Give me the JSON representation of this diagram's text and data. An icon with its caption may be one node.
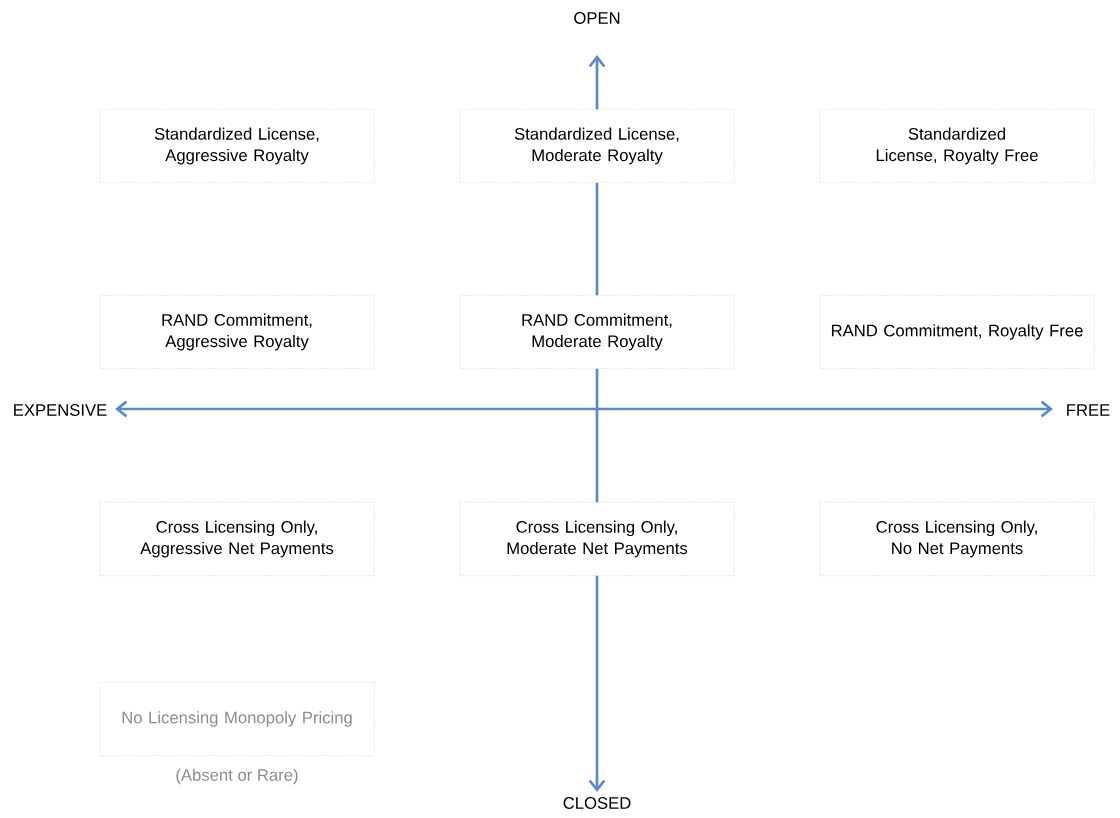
{
  "diagram": {
    "nodes": [
      {
        "text": [
          "Standardized License, Aggressive Royalty"
        ]
      },
      {
        "text": [
          "Standardized License, Moderate Royalty"
        ]
      },
      {
        "text": [
          "Standardized License, Royalty Free"
        ]
      },
      {
        "text": [
          "RAND Commitment, Aggressive Royalty"
        ]
      },
      {
        "text": [
          "RAND Commitment, Moderate Royalty"
        ]
      },
      {
        "text": [
          "RAND Commitment, Royalty Free"
        ]
      },
      {
        "text": [
          "Cross Licensing Only, Aggressive Net Payments"
        ]
      },
      {
        "text": [
          "Cross Licensing Only, Moderate Net Payments"
        ]
      },
      {
        "text": [
          "Cross Licensing Only, No Net Payments"
        ]
      },
      {
        "text": [
          "No Licensing Monopoly Pricing"
        ],
        "beside": [
          "(Absent or Rare)"
        ]
      }
    ],
    "labels": [
      "OPEN",
      "EXPENSIVE",
      "FREE",
      "CLOSED"
    ]
  }
}
